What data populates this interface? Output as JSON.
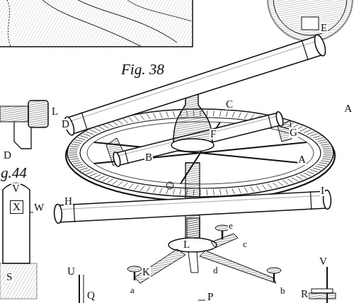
{
  "diagram": {
    "labels": [
      "Fig. 38",
      "D",
      "E",
      "C",
      "G",
      "F",
      "B",
      "A",
      "H",
      "I",
      "e",
      "L",
      "c",
      "d",
      "K",
      "a",
      "b",
      "L",
      "D",
      "A",
      "g.44",
      "V",
      "X",
      "W",
      "S",
      "U",
      "Q",
      "P",
      "V",
      "R"
    ]
  }
}
